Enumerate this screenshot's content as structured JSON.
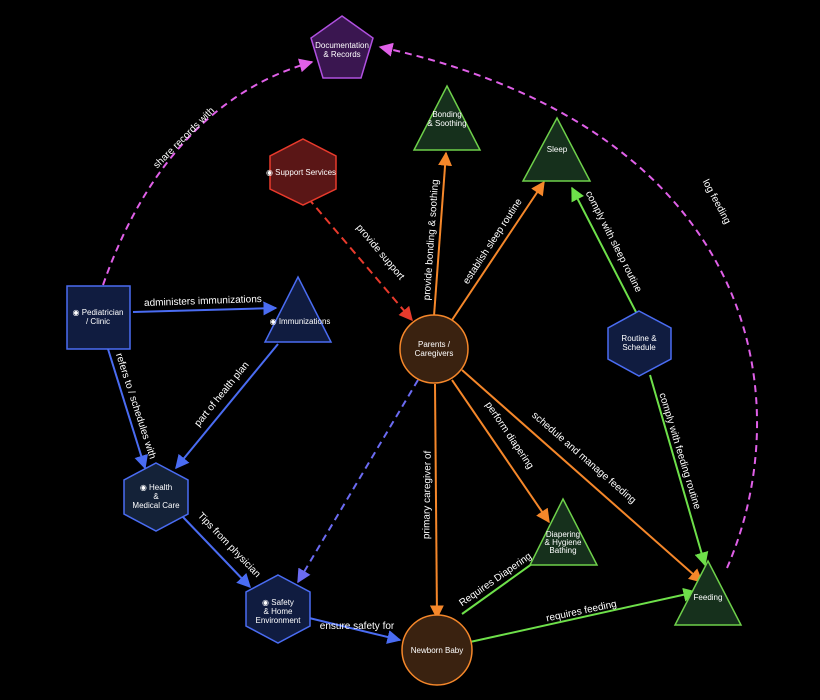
{
  "colors": {
    "background": "#000000",
    "orange": "#f5872a",
    "green": "#6ee04a",
    "blue": "#4a6cf2",
    "dash_blue": "#6b6bf2",
    "purple": "#e060e8",
    "red": "#e83a2c"
  },
  "nodes": {
    "documentation": {
      "lines": [
        "Documentation",
        "& Records"
      ],
      "shape": "pentagon"
    },
    "bonding": {
      "lines": [
        "Bonding",
        "& Soothing"
      ],
      "shape": "triangle"
    },
    "support": {
      "lines": [
        "◉ Support Services"
      ],
      "shape": "hexagon"
    },
    "sleep": {
      "lines": [
        "Sleep"
      ],
      "shape": "triangle"
    },
    "pediatrician": {
      "lines": [
        "◉ Pediatrician",
        "/ Clinic"
      ],
      "shape": "square"
    },
    "immunizations": {
      "lines": [
        "◉ Immunizations"
      ],
      "shape": "triangle"
    },
    "parents": {
      "lines": [
        "Parents /",
        "Caregivers"
      ],
      "shape": "circle"
    },
    "routine": {
      "lines": [
        "Routine &",
        "Schedule"
      ],
      "shape": "hexagon"
    },
    "health": {
      "lines": [
        "◉ Health",
        "&",
        "Medical Care"
      ],
      "shape": "hexagon"
    },
    "diapering": {
      "lines": [
        "Diapering",
        "& Hygiene",
        "Bathing"
      ],
      "shape": "triangle"
    },
    "safety": {
      "lines": [
        "◉ Safety",
        "& Home",
        "Environment"
      ],
      "shape": "hexagon"
    },
    "feeding": {
      "lines": [
        "Feeding"
      ],
      "shape": "triangle"
    },
    "newborn": {
      "lines": [
        "Newborn Baby"
      ],
      "shape": "circle"
    }
  },
  "edges": {
    "share_records": "share records with",
    "log_feeding": "log feeding",
    "provide_support": "provide support",
    "provide_bonding": "provide bonding & soothing",
    "establish_sleep": "establish sleep routine",
    "comply_sleep": "comply with sleep routine",
    "administers": "administers immunizations",
    "part_of_plan": "part of health plan",
    "refers_to": "refers to / schedules with",
    "tips_from": "Tips from physician",
    "primary_caregiver": "primary caregiver of",
    "perform_diapering": "perform diapering",
    "schedule_feeding": "schedule and manage feeding",
    "comply_feeding": "comply with feeding routine",
    "requires_diapering": "Requires Diapering",
    "requires_feeding": "requires feeding",
    "ensure_safety": "ensure safety for"
  }
}
